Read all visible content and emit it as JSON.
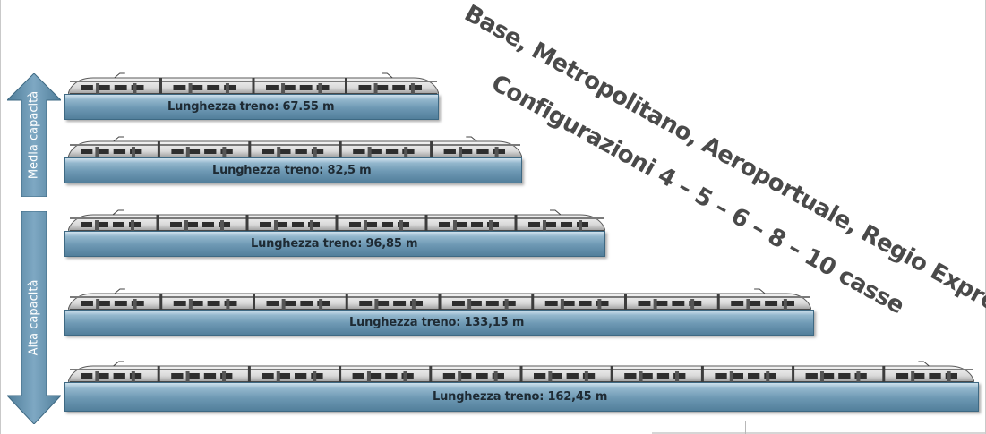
{
  "headline_line1": "Base, Metropolitano, Aeroportuale, Regio Express",
  "headline_line2": "Configurazioni  4 – 5 – 6 – 8 – 10  casse",
  "capacity_groups": {
    "media": {
      "label": "Media capacità"
    },
    "alta": {
      "label": "Alta capacità"
    }
  },
  "colors": {
    "platform": "#6d98b3",
    "arrow": "#5e8fad",
    "headline": "#4a4a4a"
  },
  "trains": [
    {
      "length_label": "Lunghezza treno: 67.55 m",
      "cars": 4
    },
    {
      "length_label": "Lunghezza treno: 82,5 m",
      "cars": 5
    },
    {
      "length_label": "Lunghezza treno: 96,85 m",
      "cars": 6
    },
    {
      "length_label": "Lunghezza treno: 133,15 m",
      "cars": 8
    },
    {
      "length_label": "Lunghezza treno: 162,45 m",
      "cars": 10
    }
  ]
}
